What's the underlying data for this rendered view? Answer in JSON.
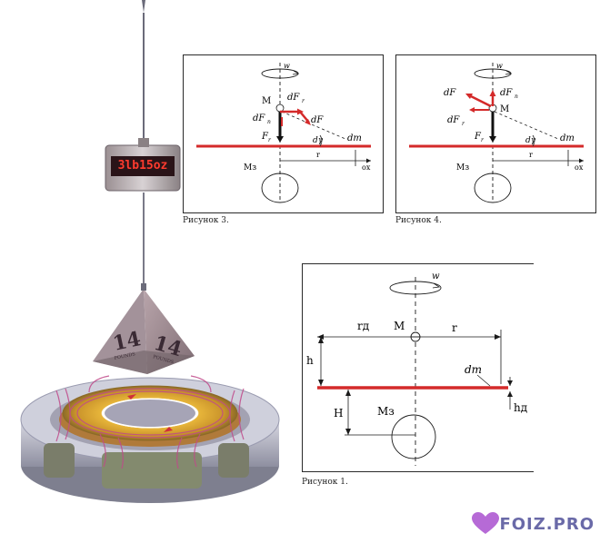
{
  "scale": {
    "display": "3lb15oz"
  },
  "weight": {
    "label_top": "14",
    "label_side": "14",
    "brand": "POUNDS"
  },
  "figure3": {
    "caption": "Рисунок 3.",
    "w": "w",
    "M": "M",
    "dFr": "dF",
    "dFr_sub": "r",
    "dFn": "dF",
    "dFn_sub": "n",
    "dF": "dF",
    "Fr": "F",
    "Fr_sub": "r",
    "dalpha": "dγ",
    "dm": "dm",
    "Mz": "Mз",
    "r": "r",
    "ox": "ox"
  },
  "figure4": {
    "caption": "Рисунок 4.",
    "w": "w",
    "M": "M",
    "dF": "dF",
    "dFn": "dF",
    "dFn_sub": "n",
    "dFr": "dF",
    "dFr_sub": "r",
    "Fr": "F",
    "Fr_sub": "r",
    "dalpha": "dγ",
    "dm": "dm",
    "Mz": "Mз",
    "r": "r",
    "ox": "ox"
  },
  "figure1": {
    "caption": "Рисунок 1.",
    "w": "w",
    "M": "M",
    "rd": "rд",
    "r": "r",
    "h": "h",
    "dm": "dm",
    "H": "H",
    "Mz": "Mз",
    "hd": "hд"
  },
  "watermark": {
    "text": "FOIZ.PRO"
  },
  "colors": {
    "red": "#d42a2a",
    "line": "#1a1a1a"
  }
}
